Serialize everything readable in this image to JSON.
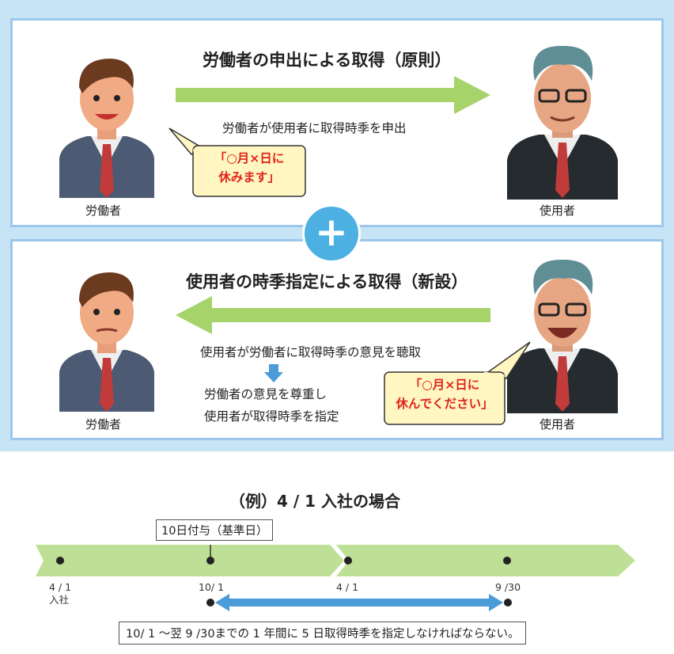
{
  "top": {
    "title": "労働者の申出による取得（原則）",
    "subtitle": "労働者が使用者に取得時季を申出",
    "bubble_line1": "「○月×日に",
    "bubble_line2": "休みます」",
    "left_role": "労働者",
    "right_role": "使用者"
  },
  "plus": "+",
  "bottom": {
    "title": "使用者の時季指定による取得（新設）",
    "line1": "使用者が労働者に取得時季の意見を聴取",
    "line2": "労働者の意見を尊重し",
    "line3": "使用者が取得時季を指定",
    "bubble_line1": "「○月×日に",
    "bubble_line2": "休んでください」",
    "left_role": "労働者",
    "right_role": "使用者"
  },
  "example": {
    "title": "（例）4 / 1 入社の場合",
    "grant_label": "10日付与（基準日）",
    "ticks": [
      {
        "line1": "4 / 1",
        "line2": "入社"
      },
      {
        "line1": "10/ 1",
        "line2": ""
      },
      {
        "line1": "4 / 1",
        "line2": ""
      },
      {
        "line1": "9 /30",
        "line2": ""
      }
    ],
    "note": "10/ 1 ～翌 9 /30までの 1 年間に 5 日取得時季を指定しなければならない。"
  },
  "colors": {
    "green": "#a6d36a",
    "timeline_green": "#bedf96",
    "blue_circle": "#4cb0e2",
    "blue_arrow": "#4a9bd8",
    "bubble_fill": "#fff6c2",
    "red_text": "#e0241a"
  }
}
